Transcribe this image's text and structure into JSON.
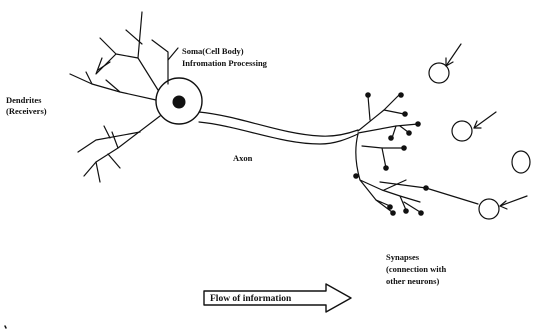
{
  "labels": {
    "dendrites_line1": "Dendrites",
    "dendrites_line2": "(Receivers)",
    "soma_line1": "Soma(Cell Body)",
    "soma_line2": "Infromation Processing",
    "axon": "Axon",
    "synapses_line1": "Synapses",
    "synapses_line2": "(connection with",
    "synapses_line3": "other neurons)",
    "flow": "Flow of information"
  },
  "colors": {
    "ink": "#111111",
    "background": "#ffffff"
  }
}
